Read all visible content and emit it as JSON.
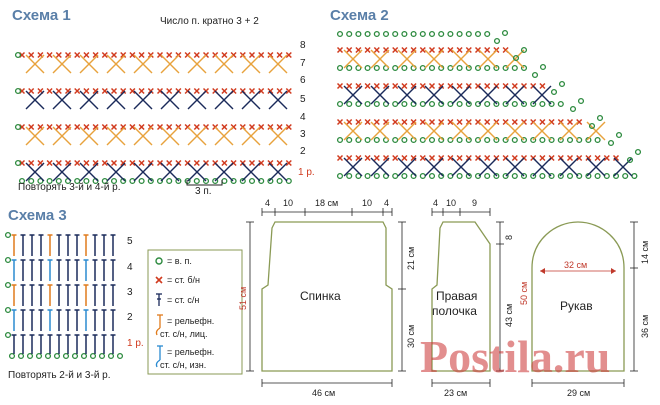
{
  "scheme1": {
    "title": "Схема 1",
    "note": "Число п. кратно 3 + 2",
    "rows": [
      "8",
      "7",
      "6",
      "5",
      "4",
      "3",
      "2"
    ],
    "first_row": "1 р.",
    "repeat": "Повторять 3-й и 4-й р.",
    "span": "3 п."
  },
  "scheme2": {
    "title": "Схема 2"
  },
  "scheme3": {
    "title": "Схема 3",
    "rows": [
      "5",
      "4",
      "3",
      "2"
    ],
    "first_row": "1 р.",
    "repeat": "Повторять 2-й и 3-й р."
  },
  "legend": {
    "items": [
      {
        "symbol": "o",
        "text": "= в. п.",
        "color": "#2c8a3e"
      },
      {
        "symbol": "x",
        "text": "= ст. б/н",
        "color": "#d13b1f"
      },
      {
        "symbol": "T",
        "text": "= ст. с/н",
        "color": "#1a2a5a"
      },
      {
        "symbol": "rel-face",
        "text": "= рельефн.",
        "text2": "ст. с/н, лиц.",
        "color": "#e07b1c"
      },
      {
        "symbol": "rel-back",
        "text": "= рельефн.",
        "text2": "ст. с/н, изн.",
        "color": "#2a8ad1"
      }
    ]
  },
  "back": {
    "label": "Спинка",
    "top_dims": [
      "4",
      "10",
      "18 см",
      "10",
      "4"
    ],
    "height_total": "51 см",
    "armhole": "21 см",
    "lower": "30 см",
    "width": "46 см"
  },
  "front": {
    "label_line1": "Правая",
    "label_line2": "полочка",
    "top_dims": [
      "4",
      "10",
      "9"
    ],
    "neck": "8",
    "height": "43 см",
    "total": "50 см",
    "width": "23 см"
  },
  "sleeve": {
    "label": "Рукав",
    "cap_width": "32 см",
    "cap_height": "14 см",
    "height": "36 см",
    "width": "29 см"
  },
  "watermark": "Postila.ru",
  "colors": {
    "title": "#5a7fa8",
    "chain": "#2c8a3e",
    "sc": "#d13b1f",
    "dc": "#1a2a5a",
    "orange": "#e8a23c",
    "relief_front": "#e07b1c",
    "relief_back": "#2a8ad1",
    "outline": "#8a9a55"
  }
}
